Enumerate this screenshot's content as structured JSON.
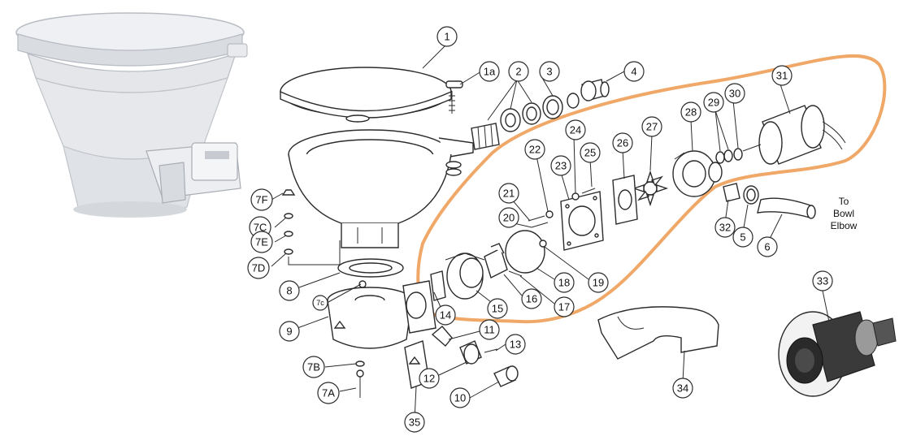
{
  "colors": {
    "highlight": "#f0a868",
    "line": "#2b2b2b",
    "toilet_body": "#e4e6ea",
    "toilet_shadow": "#c9ccd2"
  },
  "note": {
    "line1": "To",
    "line2": "Bowl",
    "line3": "Elbow"
  },
  "callouts": [
    {
      "id": "1",
      "label": "1"
    },
    {
      "id": "1a",
      "label": "1a"
    },
    {
      "id": "2",
      "label": "2"
    },
    {
      "id": "3",
      "label": "3"
    },
    {
      "id": "4",
      "label": "4"
    },
    {
      "id": "31",
      "label": "31"
    },
    {
      "id": "30",
      "label": "30"
    },
    {
      "id": "29",
      "label": "29"
    },
    {
      "id": "28",
      "label": "28"
    },
    {
      "id": "27",
      "label": "27"
    },
    {
      "id": "26",
      "label": "26"
    },
    {
      "id": "25",
      "label": "25"
    },
    {
      "id": "24",
      "label": "24"
    },
    {
      "id": "23",
      "label": "23"
    },
    {
      "id": "22",
      "label": "22"
    },
    {
      "id": "21",
      "label": "21"
    },
    {
      "id": "20",
      "label": "20"
    },
    {
      "id": "7F",
      "label": "7F"
    },
    {
      "id": "7C",
      "label": "7C"
    },
    {
      "id": "7E",
      "label": "7E"
    },
    {
      "id": "7D",
      "label": "7D"
    },
    {
      "id": "8",
      "label": "8"
    },
    {
      "id": "7c-small",
      "label": "7c"
    },
    {
      "id": "9",
      "label": "9"
    },
    {
      "id": "14",
      "label": "14"
    },
    {
      "id": "15",
      "label": "15"
    },
    {
      "id": "16",
      "label": "16"
    },
    {
      "id": "17",
      "label": "17"
    },
    {
      "id": "18",
      "label": "18"
    },
    {
      "id": "19",
      "label": "19"
    },
    {
      "id": "11",
      "label": "11"
    },
    {
      "id": "13",
      "label": "13"
    },
    {
      "id": "12",
      "label": "12"
    },
    {
      "id": "10",
      "label": "10"
    },
    {
      "id": "7B",
      "label": "7B"
    },
    {
      "id": "7A",
      "label": "7A"
    },
    {
      "id": "35",
      "label": "35"
    },
    {
      "id": "34",
      "label": "34"
    },
    {
      "id": "32",
      "label": "32"
    },
    {
      "id": "5",
      "label": "5"
    },
    {
      "id": "6",
      "label": "6"
    },
    {
      "id": "33",
      "label": "33"
    }
  ]
}
